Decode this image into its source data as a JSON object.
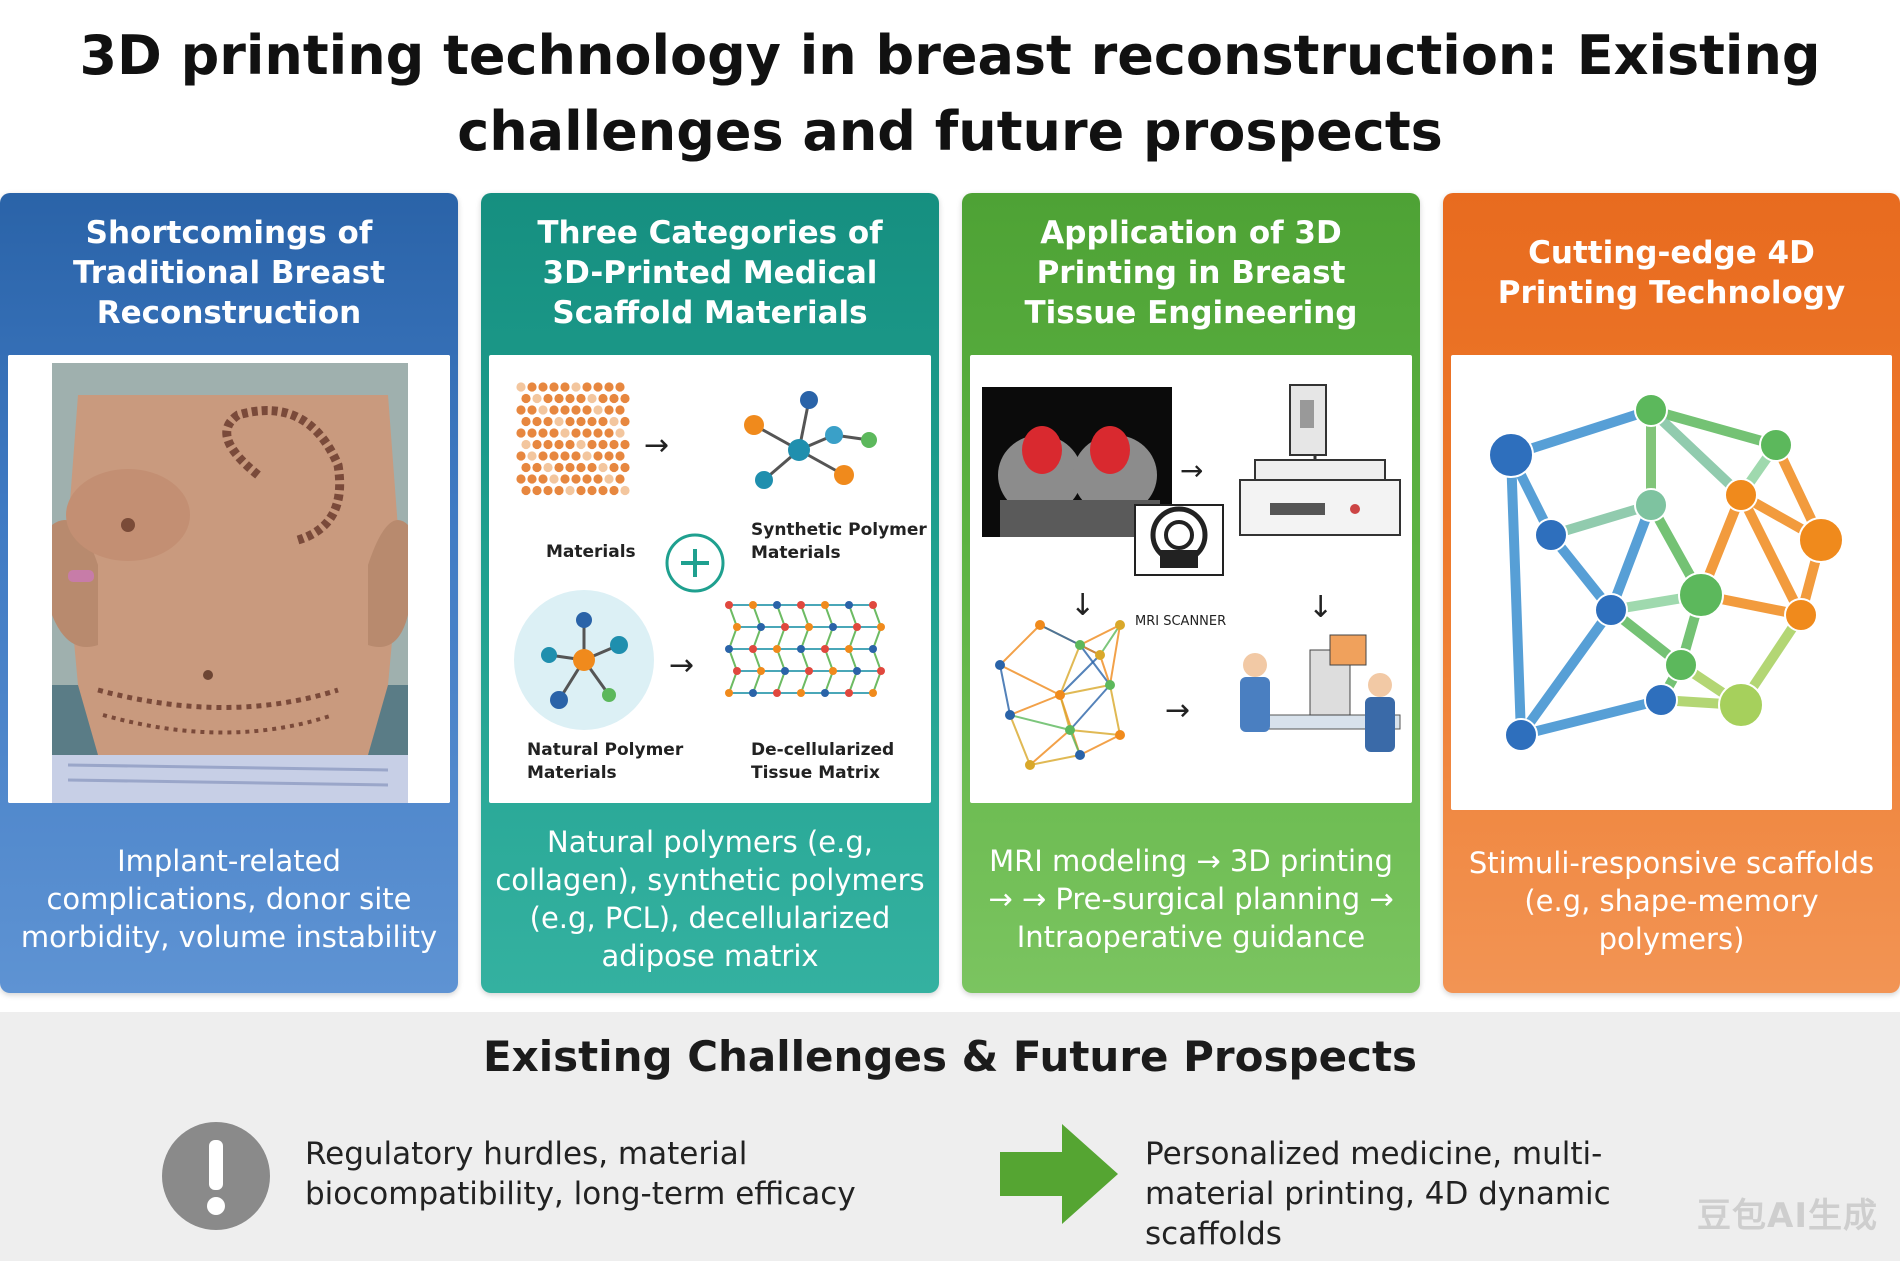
{
  "title": {
    "line1": "3D printing technology in breast reconstruction: Existing",
    "line2": "challenges and future prospects"
  },
  "columns": [
    {
      "heading": "Shortcomings of Traditional Breast Reconstruction",
      "footer": "Implant-related complications, donor site morbidity, volume instability",
      "color": "#2a63a8"
    },
    {
      "heading": "Three Categories of 3D-Printed Medical Scaffold Materials",
      "footer": "Natural polymers (e.g, collagen), synthetic polymers (e.g, PCL), decellularized adipose matrix",
      "color": "#168f80",
      "labels": {
        "materials": "Materials",
        "synthetic": "Synthetic Polymer Materials",
        "natural": "Natural Polymer Materials",
        "decell": "De-cellularized Tissue Matrix"
      }
    },
    {
      "heading": "Application of 3D Printing in Breast Tissue Engineering",
      "footer": "MRI modeling → 3D printing → → Pre-surgical planning → Intraoperative guidance",
      "color": "#4ea235",
      "labels": {
        "mri": "MRI SCANNER"
      }
    },
    {
      "heading": "Cutting-edge 4D Printing Technology",
      "footer": "Stimuli-responsive scaffolds (e.g, shape-memory polymers)",
      "color": "#e86b1f"
    }
  ],
  "bottom": {
    "title": "Existing Challenges & Future Prospects",
    "challenges": "Regulatory hurdles, material biocompatibility, long-term efficacy",
    "prospects": "Personalized medicine, multi-material printing, 4D dynamic scaffolds"
  },
  "watermark": "豆包AI生成",
  "icons": [
    "warning-icon",
    "arrow-right-icon",
    "plus-icon",
    "mri-scanner-icon",
    "printer-icon",
    "lattice-icon",
    "molecule-icon"
  ]
}
